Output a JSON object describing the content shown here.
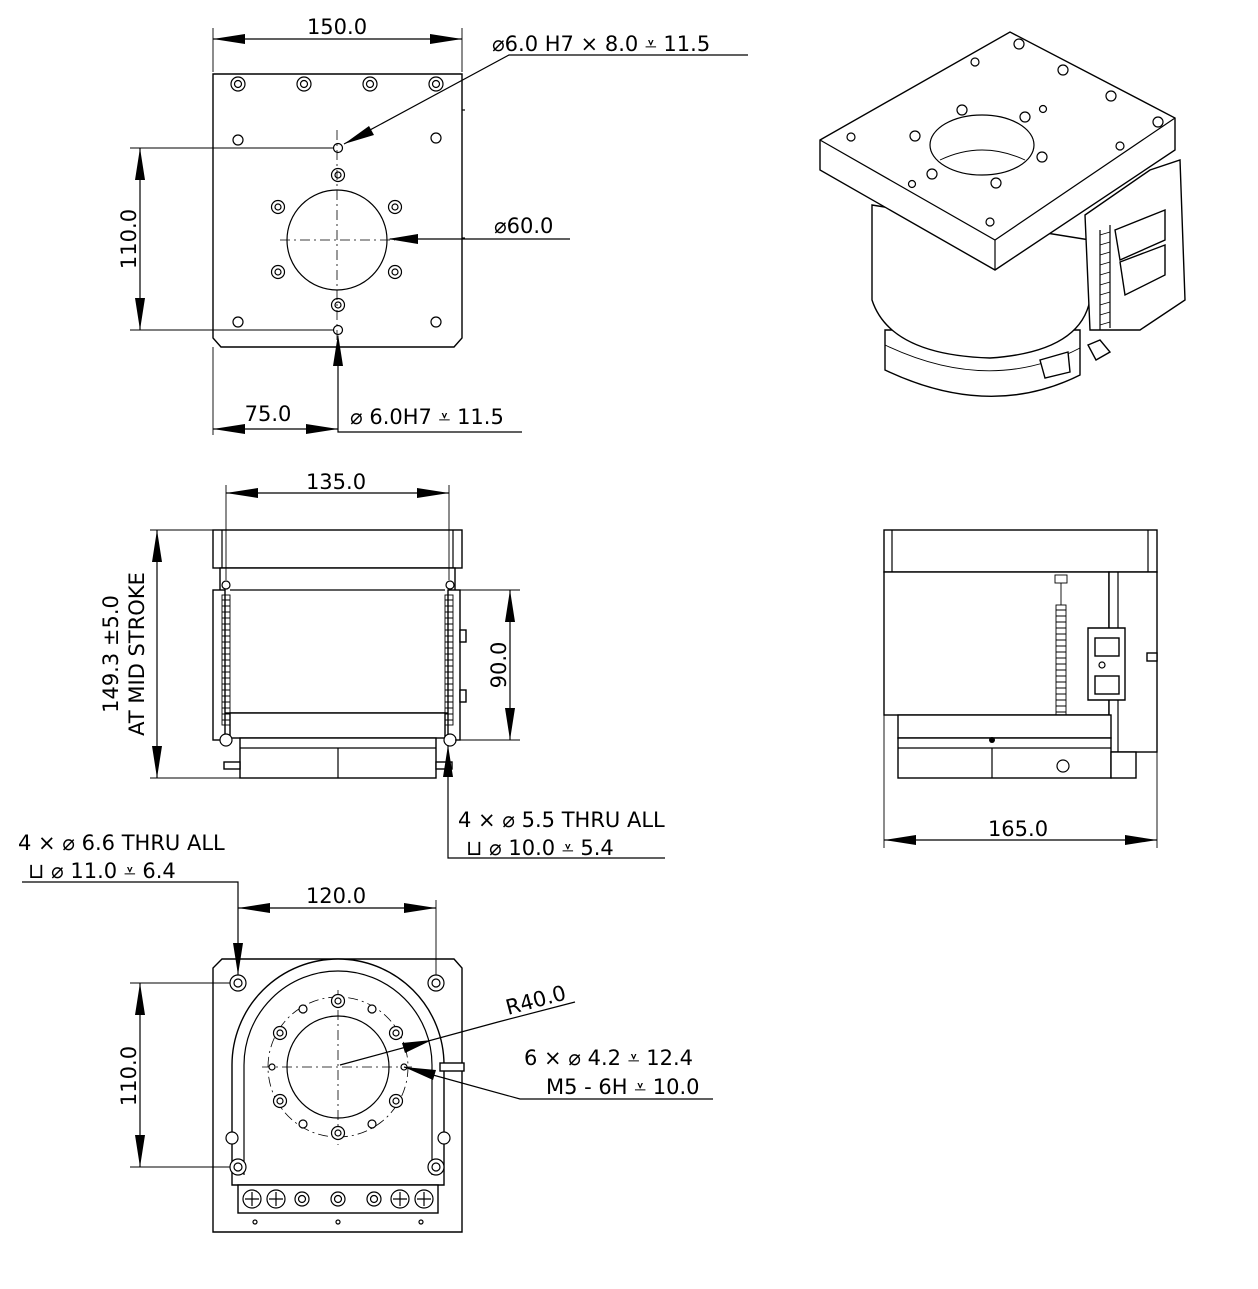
{
  "top_view": {
    "width_dim": "150.0",
    "height_dim": "110.0",
    "offset_dim": "75.0",
    "bore_dim": "60.0",
    "pin_callout_top": "6.0 H7 × 8.0 ⩡ 11.5",
    "pin_callout_bottom": "6.0H7 ⩡ 11.5"
  },
  "side_view": {
    "width_dim": "135.0",
    "height_dim_line1": "149.3 ±5.0",
    "height_dim_line2": "AT MID STROKE",
    "stroke_dim": "90.0",
    "hole_callout_line1": "4 × ⌀ 5.5 THRU ALL",
    "hole_callout_line2": "⊔ ⌀ 10.0 ⩡ 5.4"
  },
  "right_view": {
    "width_dim": "165.0"
  },
  "bottom_view": {
    "hole_callout_line1": "4 × ⌀ 6.6 THRU ALL",
    "hole_callout_line2": "⊔ ⌀ 11.0 ⩡ 6.4",
    "width_dim": "120.0",
    "height_dim": "110.0",
    "radius_dim": "R40.0",
    "thread_callout_line1": "6 × ⌀ 4.2 ⩡ 12.4",
    "thread_callout_line2": "M5 - 6H ⩡ 10.0"
  }
}
